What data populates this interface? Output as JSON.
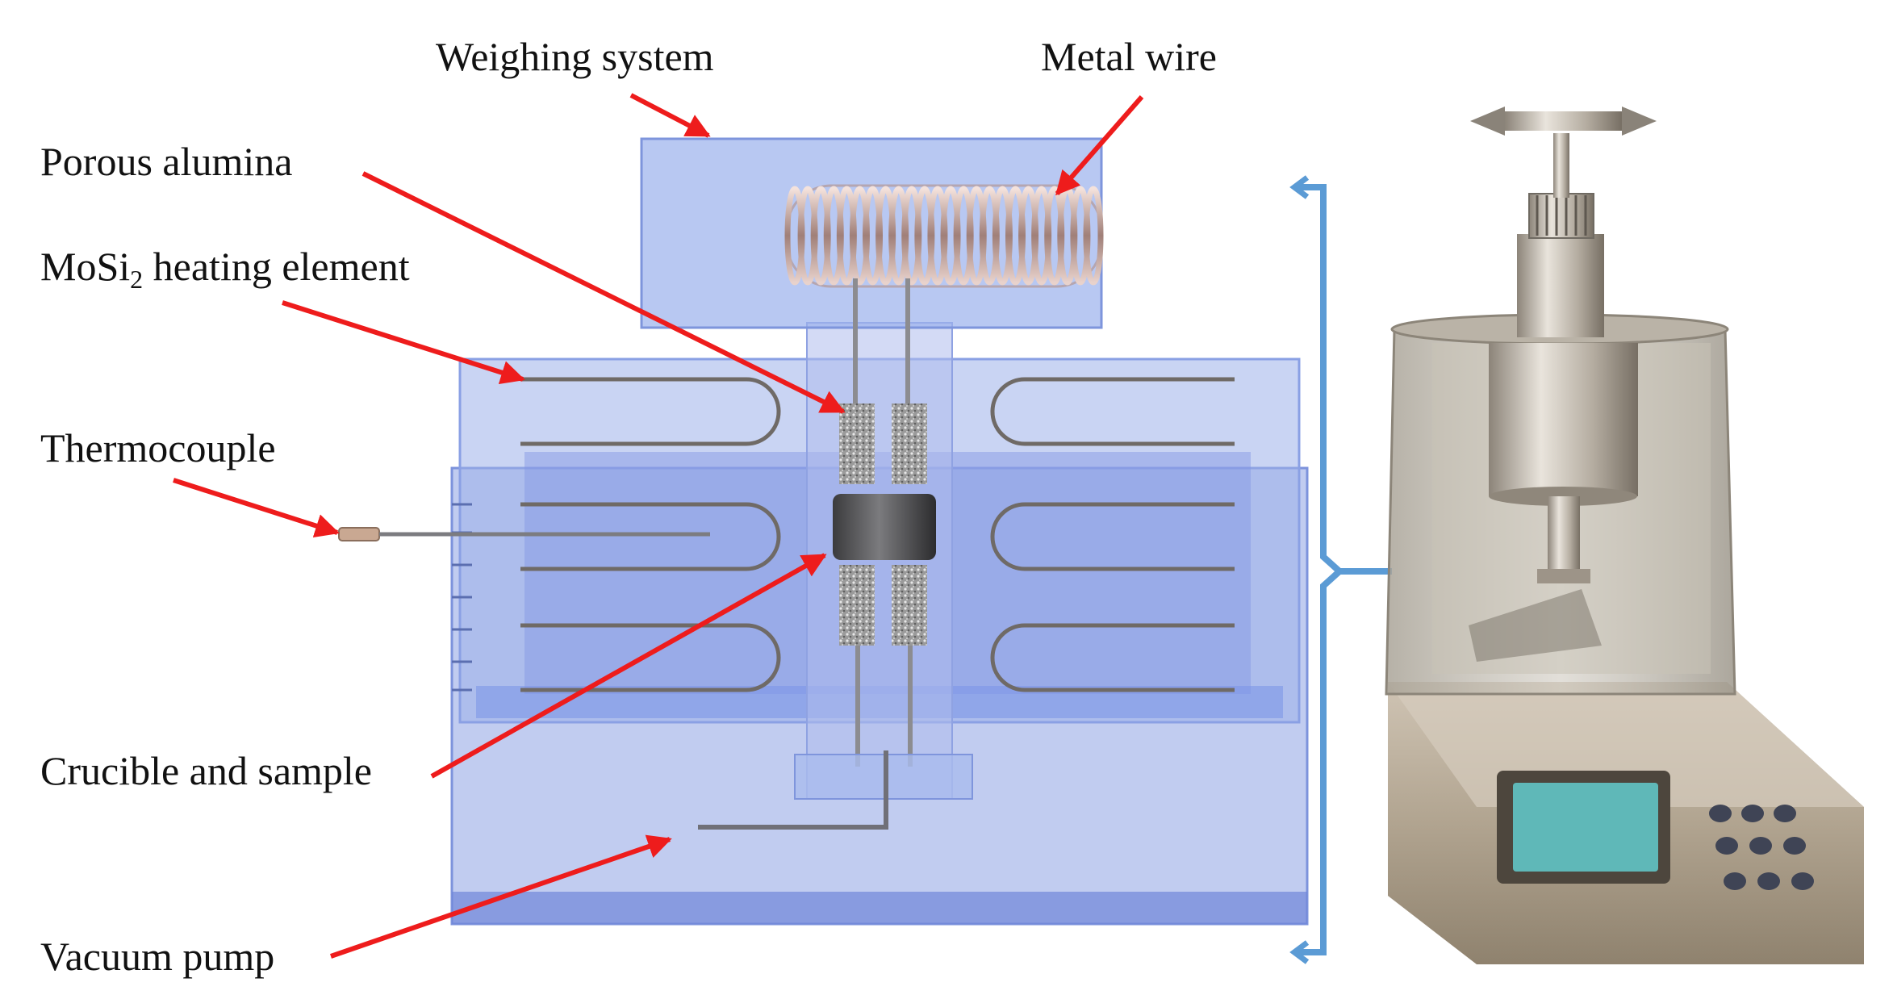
{
  "labels": {
    "weighing_system": "Weighing system",
    "metal_wire": "Metal wire",
    "porous_alumina": "Porous alumina",
    "heating_element_prefix": "MoSi",
    "heating_element_subscript": "2",
    "heating_element_suffix": " heating element",
    "thermocouple": "Thermocouple",
    "crucible_and_sample": "Crucible and sample",
    "vacuum_pump": "Vacuum pump"
  },
  "colors": {
    "arrow": "#ee1c1c",
    "bracket": "#5b9bd5",
    "chamber": "#8ea3e4",
    "chamber_edge": "#6f86d8",
    "steel": "#b5a99a",
    "screen": "#5fb8b8"
  }
}
